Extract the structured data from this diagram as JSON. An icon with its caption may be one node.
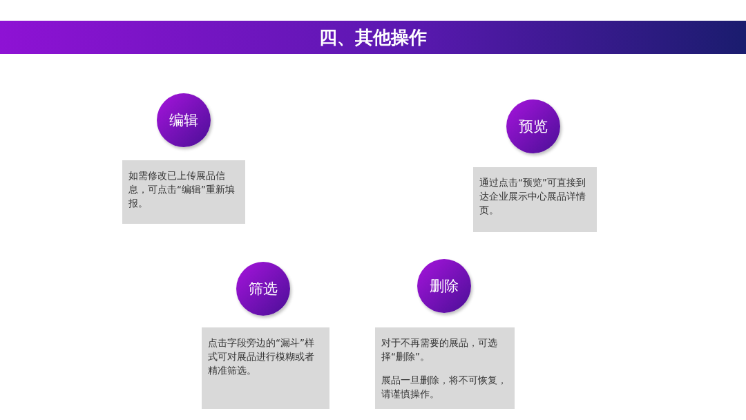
{
  "diagram": {
    "title": "四、其他操作",
    "nodes": [
      {
        "text": [
          "编辑"
        ]
      },
      {
        "text": [
          "如需修改已上传展品信息，可点击“编辑”重新填报。"
        ]
      },
      {
        "text": [
          "预览"
        ]
      },
      {
        "text": [
          "通过点击“预览”可直接到达企业展示中心展品详情页。"
        ]
      },
      {
        "text": [
          "筛选"
        ]
      },
      {
        "text": [
          "点击字段旁边的“漏斗”样式可对展品进行模糊或者精准筛选。"
        ]
      },
      {
        "text": [
          "删除"
        ]
      },
      {
        "text": [
          "对于不再需要的展品，可选择“删除”。",
          "展品一旦删除，将不可恢复，请谨慎操作。"
        ]
      }
    ],
    "edges": []
  }
}
